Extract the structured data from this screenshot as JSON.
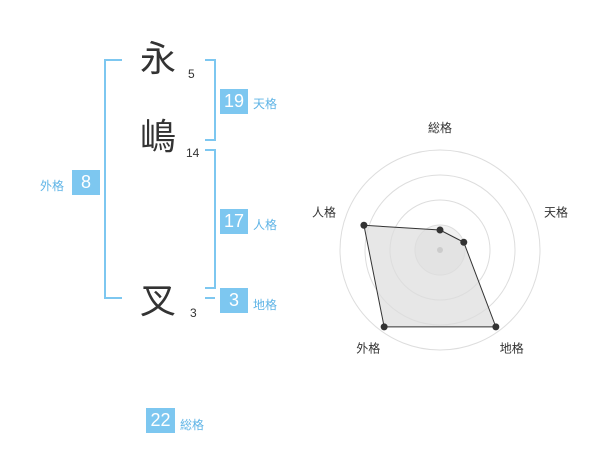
{
  "name": {
    "chars": [
      {
        "char": "永",
        "strokes": "5"
      },
      {
        "char": "嶋",
        "strokes": "14"
      },
      {
        "char": "叉",
        "strokes": "3"
      }
    ]
  },
  "kakusu": {
    "tenkaku": {
      "value": "19",
      "label": "天格"
    },
    "jinkaku": {
      "value": "17",
      "label": "人格"
    },
    "chikaku": {
      "value": "3",
      "label": "地格"
    },
    "gaikaku": {
      "value": "8",
      "label": "外格"
    },
    "soukaku": {
      "value": "22",
      "label": "総格"
    }
  },
  "chart_data": {
    "type": "radar",
    "axes": [
      "総格",
      "天格",
      "地格",
      "外格",
      "人格"
    ],
    "values": [
      0.2,
      0.25,
      0.95,
      0.95,
      0.8
    ],
    "rmax": 1,
    "rings": 4,
    "colors": {
      "fill": "#dddddd",
      "line": "#333333",
      "grid": "#dddddd",
      "accent": "#7dc7f0"
    }
  }
}
